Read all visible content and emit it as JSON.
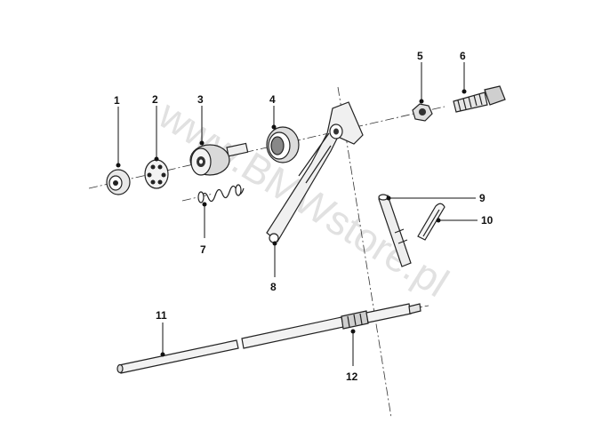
{
  "watermark": "www.BMWstore.pl",
  "callouts": [
    "1",
    "2",
    "3",
    "4",
    "5",
    "6",
    "7",
    "8",
    "9",
    "10",
    "11",
    "12"
  ]
}
